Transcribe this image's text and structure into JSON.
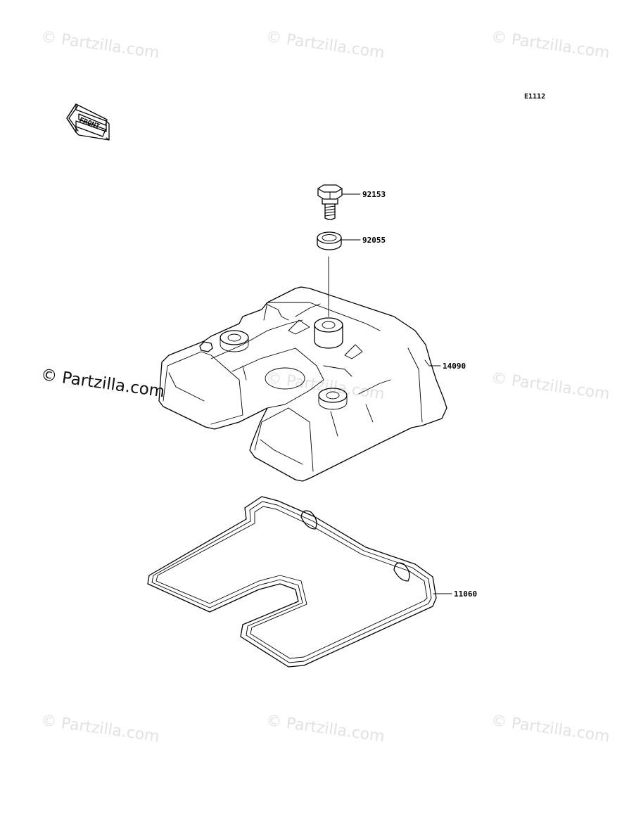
{
  "diagram_code": "E1112",
  "front_label": "FRONT",
  "watermark_text": "© Partzilla.com",
  "parts": [
    {
      "number": "92153",
      "icon": "bolt-icon"
    },
    {
      "number": "92055",
      "icon": "washer-icon"
    },
    {
      "number": "14090",
      "icon": "cylinder-head-cover-icon"
    },
    {
      "number": "11060",
      "icon": "gasket-icon"
    }
  ]
}
